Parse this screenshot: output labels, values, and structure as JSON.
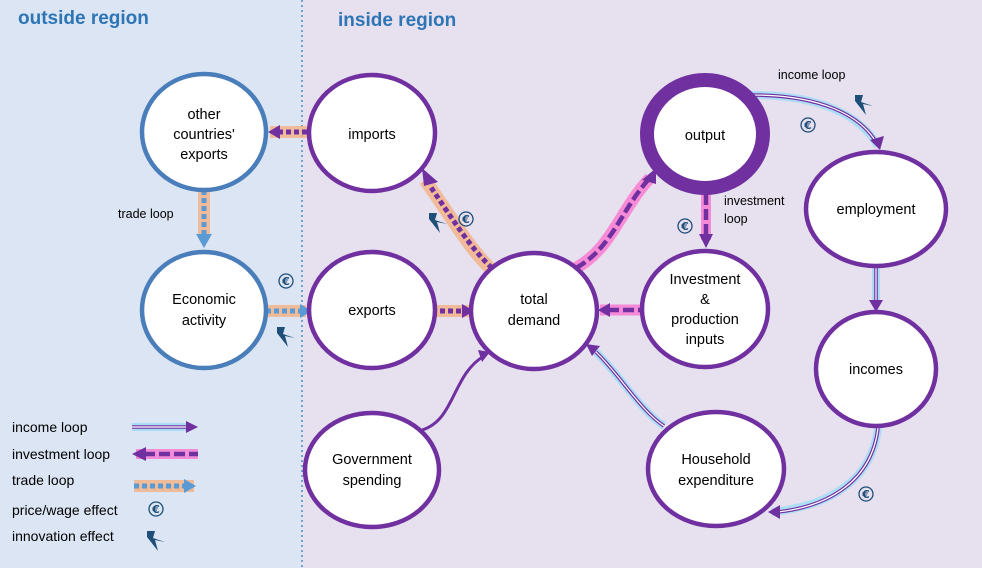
{
  "regions": {
    "outside_title": "outside region",
    "inside_title": "inside region",
    "outside_color": "#dbe5f3",
    "inside_color": "#e5dff0"
  },
  "nodes": {
    "other_exports": [
      "other",
      "countries'",
      "exports"
    ],
    "economic_activity": [
      "Economic",
      "activity"
    ],
    "imports": [
      "imports"
    ],
    "exports": [
      "exports"
    ],
    "total_demand": [
      "total",
      "demand"
    ],
    "government_spending": [
      "Government",
      "spending"
    ],
    "output": [
      "output"
    ],
    "investment": [
      "Investment",
      "&",
      "production",
      "inputs"
    ],
    "household": [
      "Household",
      "expenditure"
    ],
    "employment": [
      "employment"
    ],
    "incomes": [
      "incomes"
    ]
  },
  "loop_labels": {
    "trade_loop": "trade loop",
    "income_loop": "income loop",
    "investment_loop": [
      "investment",
      "loop"
    ]
  },
  "legend": {
    "income_loop": "income loop",
    "investment_loop": "investment loop",
    "trade_loop": "trade loop",
    "price_wage": "price/wage effect",
    "innovation": "innovation effect"
  },
  "colors": {
    "outside_node": "#4a7ebb",
    "inside_node": "#7030a0",
    "trade_dash": "#5b9bd5",
    "trade_glow": "#f4b183",
    "investment_glow": "#ff66cc",
    "income_glow": "#9ddcf7",
    "icon": "#1f4e79"
  },
  "icons": {
    "euro": "euro-icon",
    "lightning": "lightning-icon"
  }
}
